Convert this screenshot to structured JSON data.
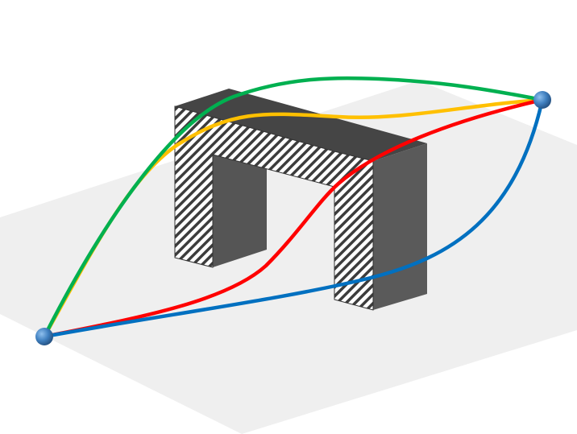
{
  "colors": {
    "background": "#ffffff",
    "ground_plane": "#efefef",
    "obstacle_dark": "#4d4d4d",
    "obstacle_mid": "#5a5a5a",
    "obstacle_top": "#454545",
    "hatch_light": "#ffffff",
    "hatch_dark": "#3c3c3c",
    "endpoint": "#3f7fbf",
    "path_yellow": "#ffc000",
    "path_green": "#00b050",
    "path_red": "#ff0000",
    "path_blue": "#0070c0"
  },
  "paths": [
    {
      "id": "yellow",
      "color_key": "path_yellow"
    },
    {
      "id": "green",
      "color_key": "path_green"
    },
    {
      "id": "red",
      "color_key": "path_red"
    },
    {
      "id": "blue",
      "color_key": "path_blue"
    }
  ],
  "endpoints": [
    {
      "id": "start"
    },
    {
      "id": "goal"
    }
  ],
  "obstacle": {
    "shape": "arch"
  }
}
